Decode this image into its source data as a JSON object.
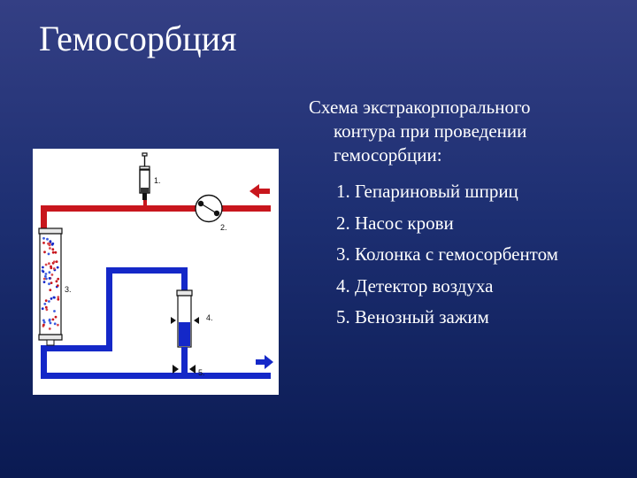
{
  "title": "Гемосорбция",
  "description": {
    "line1": "Схема экстракорпорального",
    "line2": "контура при проведении",
    "line3": "гемосорбции:"
  },
  "steps": [
    "1. Гепариновый шприц",
    "2. Насос крови",
    "3. Колонка с гемосорбентом",
    "4. Детектор воздуха",
    "5. Венозный зажим"
  ],
  "diagram": {
    "labels": [
      "1.",
      "2.",
      "3.",
      "4.",
      "5."
    ],
    "colors": {
      "arterial": "#c8161d",
      "venous": "#1428c8",
      "background": "#ffffff"
    }
  }
}
